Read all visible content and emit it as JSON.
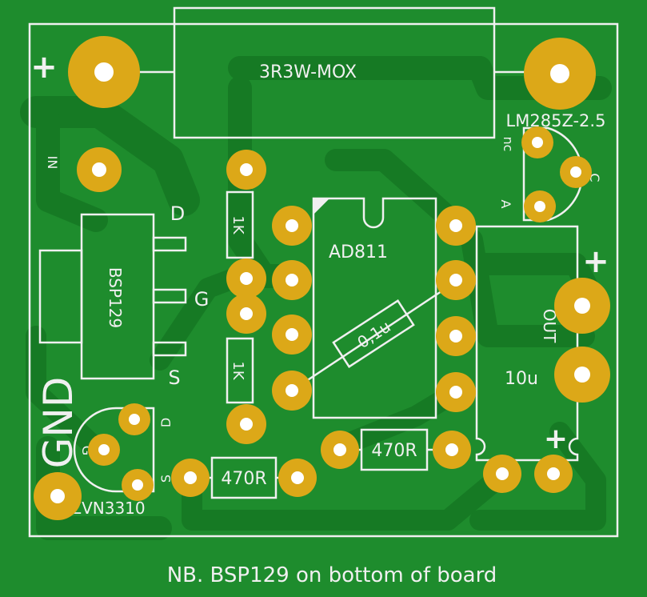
{
  "board": {
    "colors": {
      "board": "#1e8c2d",
      "copper": "#167a24",
      "pad": "#dca818",
      "silk": "#f0f0f0"
    },
    "labels": {
      "resistor_power": "3R3W-MOX",
      "regulator": "LM285Z-2.5",
      "regulator_nc": "nc",
      "regulator_c": "C",
      "regulator_a": "A",
      "plus_top": "+",
      "plus_right": "+",
      "plus_cap": "+",
      "input": "IN",
      "mosfet": "BSP129",
      "pin_d": "D",
      "pin_g": "G",
      "pin_s": "S",
      "gnd": "GND",
      "r1": "1K",
      "r2": "1K",
      "opamp": "AD811",
      "cap_small": "0,1u",
      "output": "OUT",
      "cap_large": "10u",
      "r3": "470R",
      "r4": "470R",
      "small_fet": "ZVN3310",
      "small_d": "D",
      "small_g": "G",
      "small_s": "S"
    },
    "note": "NB. BSP129 on bottom of board"
  }
}
